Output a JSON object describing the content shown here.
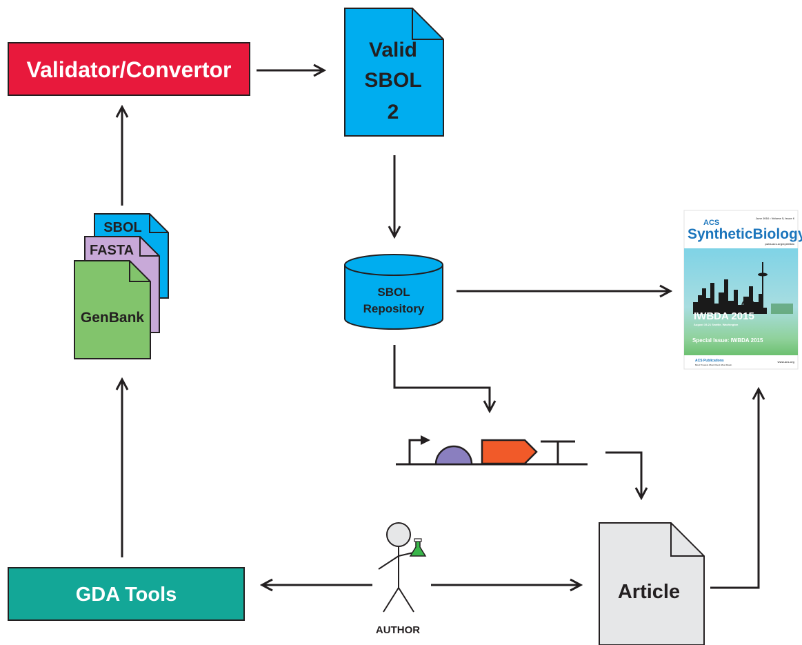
{
  "nodes": {
    "validator": {
      "label": "Validator/Convertor"
    },
    "valid_sbol": {
      "lines": [
        "Valid",
        "SBOL",
        "2"
      ]
    },
    "input_files": {
      "sbol": "SBOL",
      "fasta": "FASTA",
      "genbank": "GenBank"
    },
    "repository": {
      "lines": [
        "SBOL",
        "Repository"
      ]
    },
    "journal": {
      "acs": "ACS",
      "title_a": "Synthetic",
      "title_b": "Biology",
      "issue_line": "June 2016 • Volume 5, Issue 6",
      "url": "pubs.acs.org/synthbio",
      "event": "IWBDA 2015",
      "event_sub": "August 19-21 Seattle, Washington",
      "special": "Special Issue: IWBDA 2015",
      "publisher": "ACS Publications",
      "publisher_sub": "Most Trusted. Most Cited. Most Read.",
      "site": "www.acs.org"
    },
    "gda_tools": {
      "label": "GDA Tools"
    },
    "author": {
      "label": "AUTHOR"
    },
    "article": {
      "label": "Article"
    }
  },
  "colors": {
    "validator_fill": "#e8193c",
    "sbol_blue": "#00adef",
    "fasta_purple": "#c8a9d8",
    "genbank_green": "#82c46c",
    "gda_teal": "#13a797",
    "article_gray": "#e6e7e8",
    "promoter_bound": "#8a7fbf",
    "cds_orange": "#f15a29",
    "flask_green": "#39b54a",
    "stroke": "#231f20"
  }
}
